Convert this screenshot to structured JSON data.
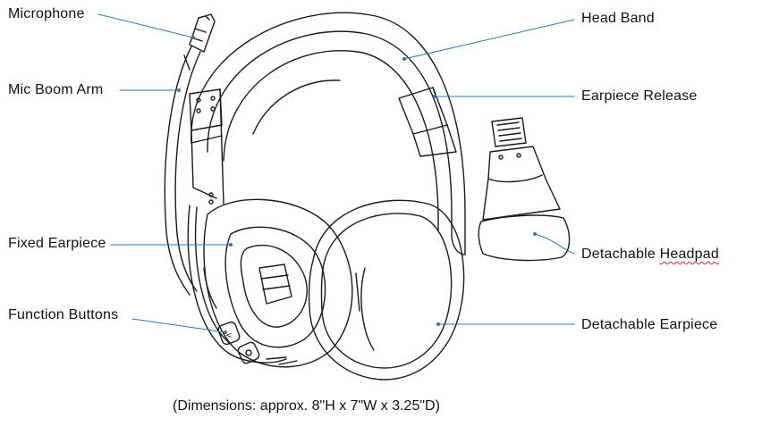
{
  "labels": {
    "microphone": "Microphone",
    "mic_boom_arm": "Mic Boom Arm",
    "fixed_earpiece": "Fixed Earpiece",
    "function_buttons": "Function Buttons",
    "head_band": "Head Band",
    "earpiece_release": "Earpiece Release",
    "detachable_headpad_prefix": "Detachable ",
    "detachable_headpad_word": "Headpad",
    "detachable_earpiece": "Detachable Earpiece"
  },
  "caption": "(Dimensions: approx. 8\"H x 7\"W x 3.25\"D)",
  "colors": {
    "leader_line": "#2a77b8",
    "drawing_stroke": "#1a1a1a",
    "spellcheck_underline": "#dd2222"
  }
}
